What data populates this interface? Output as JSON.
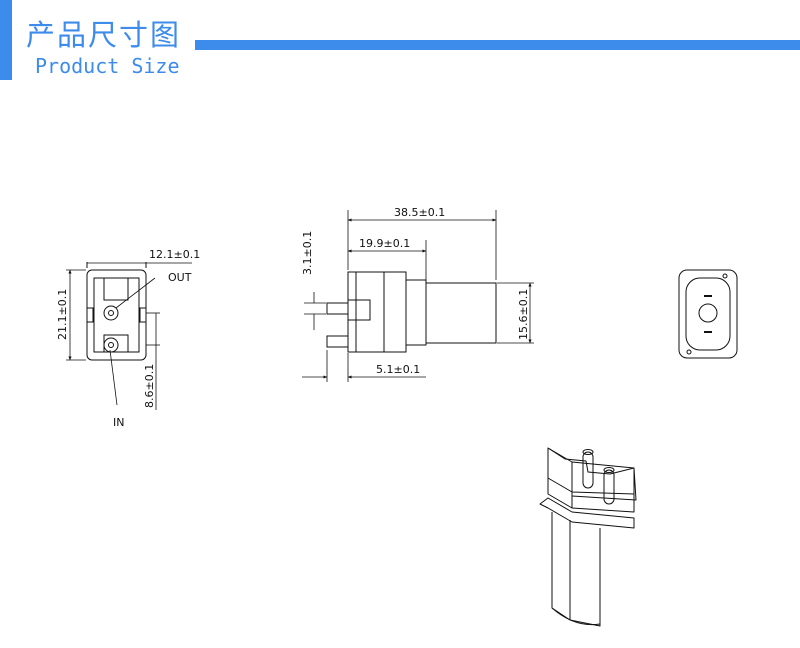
{
  "header": {
    "title_cn": "产品尺寸图",
    "title_en": "Product Size",
    "accent_color": "#3d8bea"
  },
  "front_view": {
    "width_label": "12.1±0.1",
    "height_label": "21.1±0.1",
    "port_spacing_label": "8.6±0.1",
    "out_label": "OUT",
    "in_label": "IN"
  },
  "side_view": {
    "overall_length_label": "38.5±0.1",
    "head_length_label": "19.9±0.1",
    "port_length_label": "3.1±0.1",
    "motor_diameter_label": "15.6±0.1",
    "port_offset_label": "5.1±0.1"
  }
}
